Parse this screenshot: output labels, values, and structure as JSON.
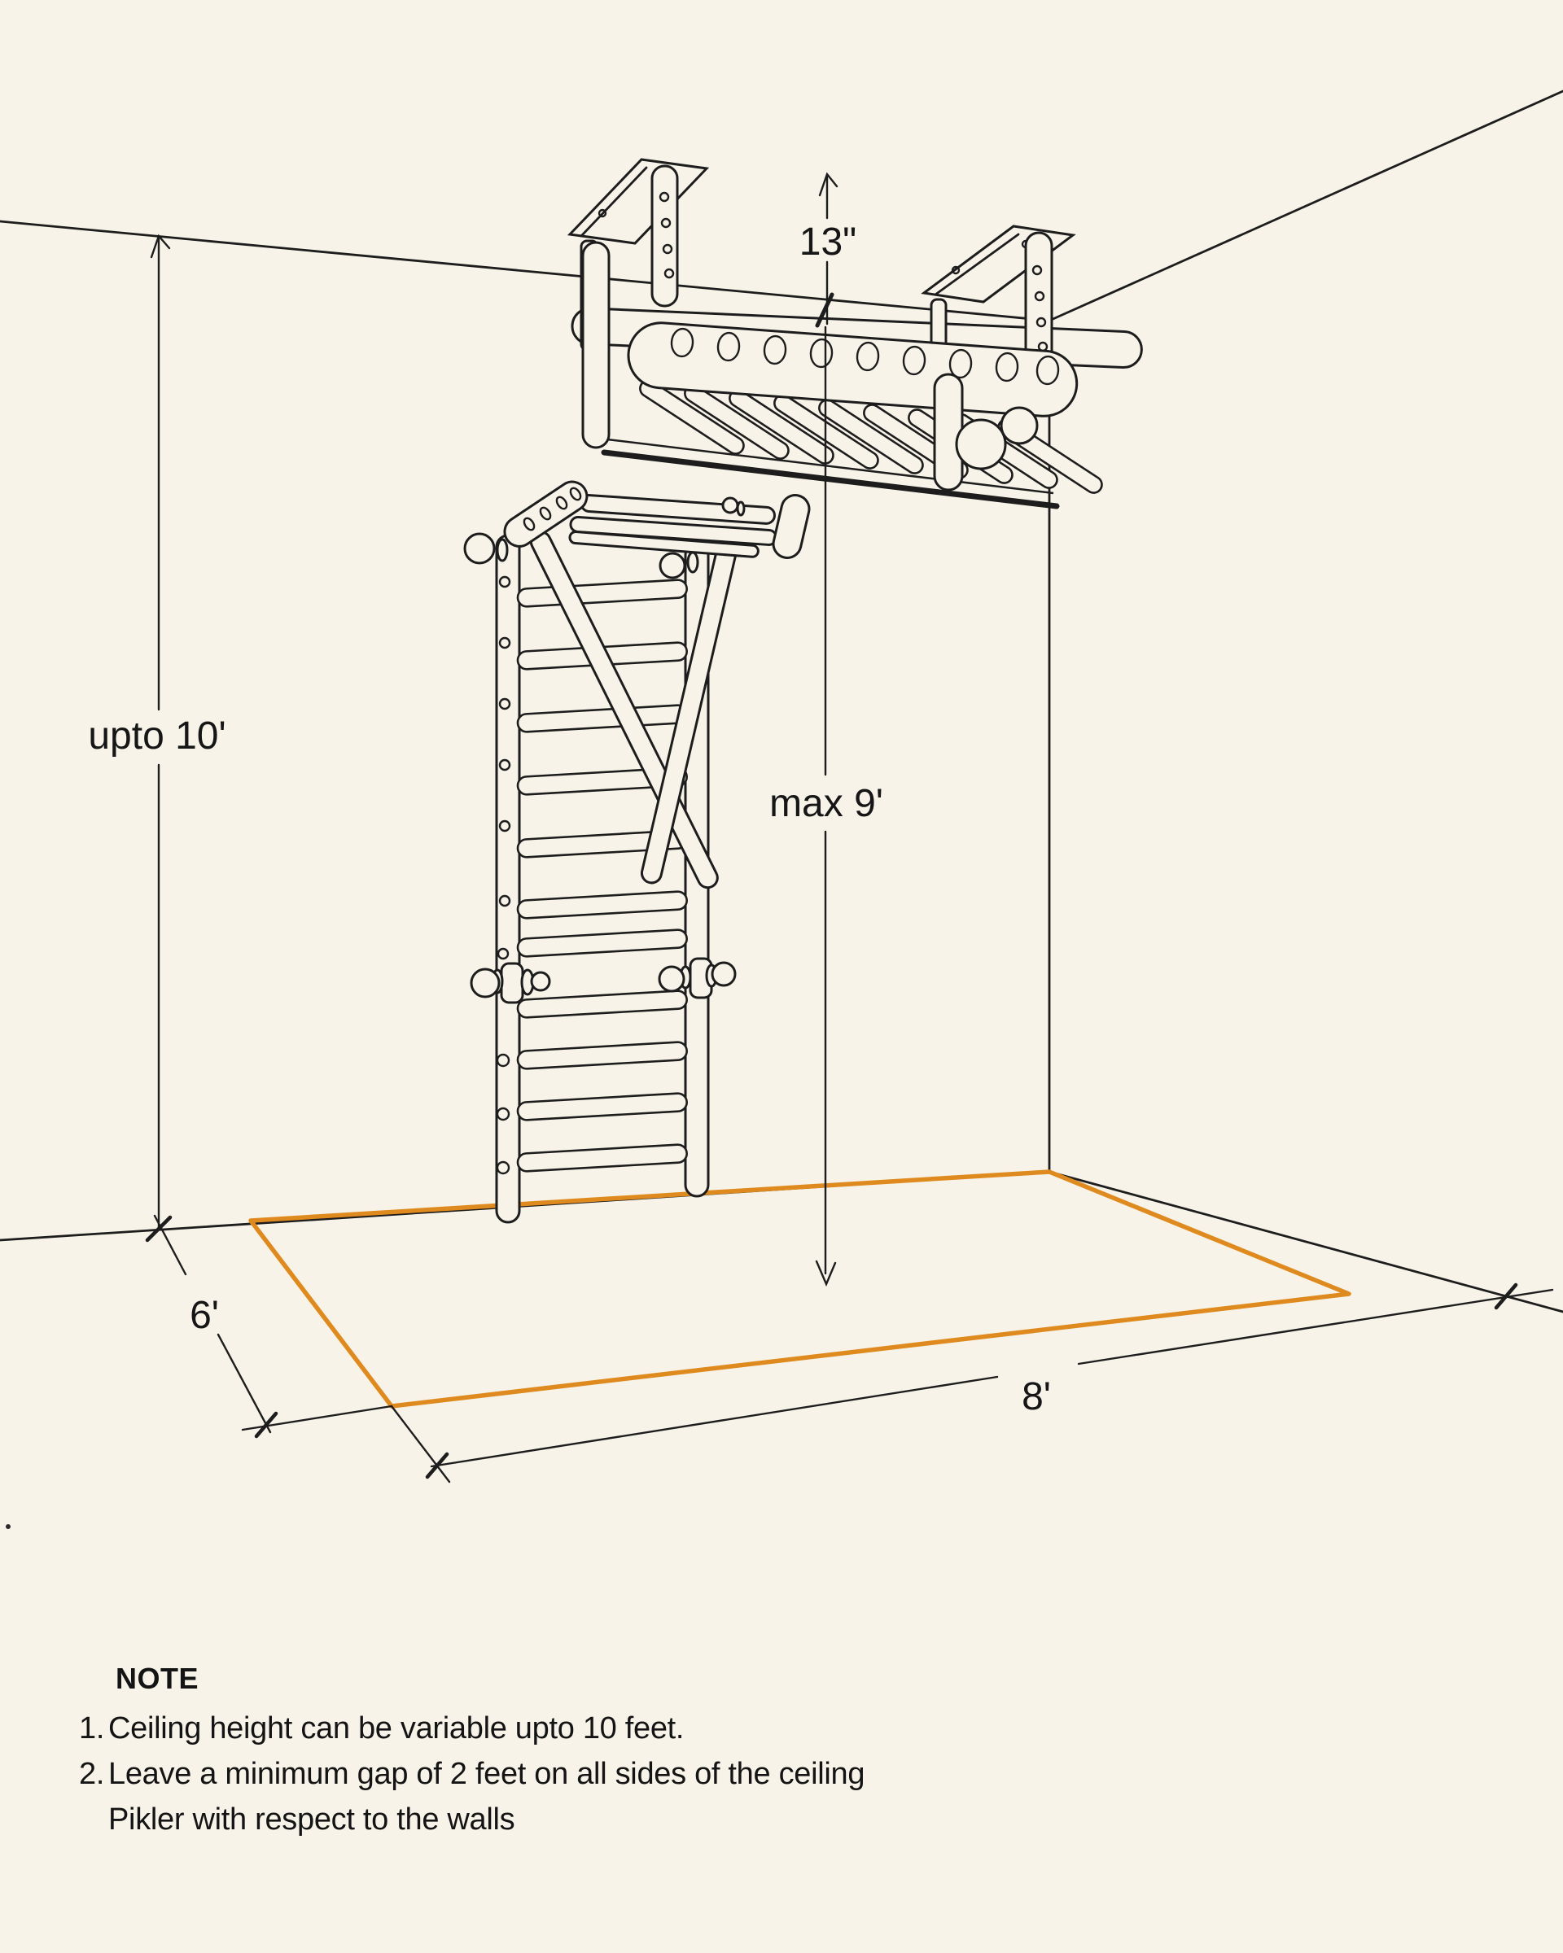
{
  "page": {
    "background": "#f7f3e8",
    "ink": "#1d1d1d",
    "accent_orange": "#df8a1e"
  },
  "labels": {
    "bracket_drop": "13\"",
    "ceiling_height": "upto 10'",
    "max_drop": "max 9'",
    "floor_depth": "6'",
    "floor_width": "8'"
  },
  "note": {
    "heading": "NOTE",
    "items": [
      {
        "number": "1.",
        "lines": [
          "Ceiling height can be variable upto 10 feet."
        ]
      },
      {
        "number": "2.",
        "lines": [
          "Leave a minimum gap of 2 feet on all sides of the ceiling",
          "Pikler with respect to the walls"
        ]
      }
    ]
  }
}
